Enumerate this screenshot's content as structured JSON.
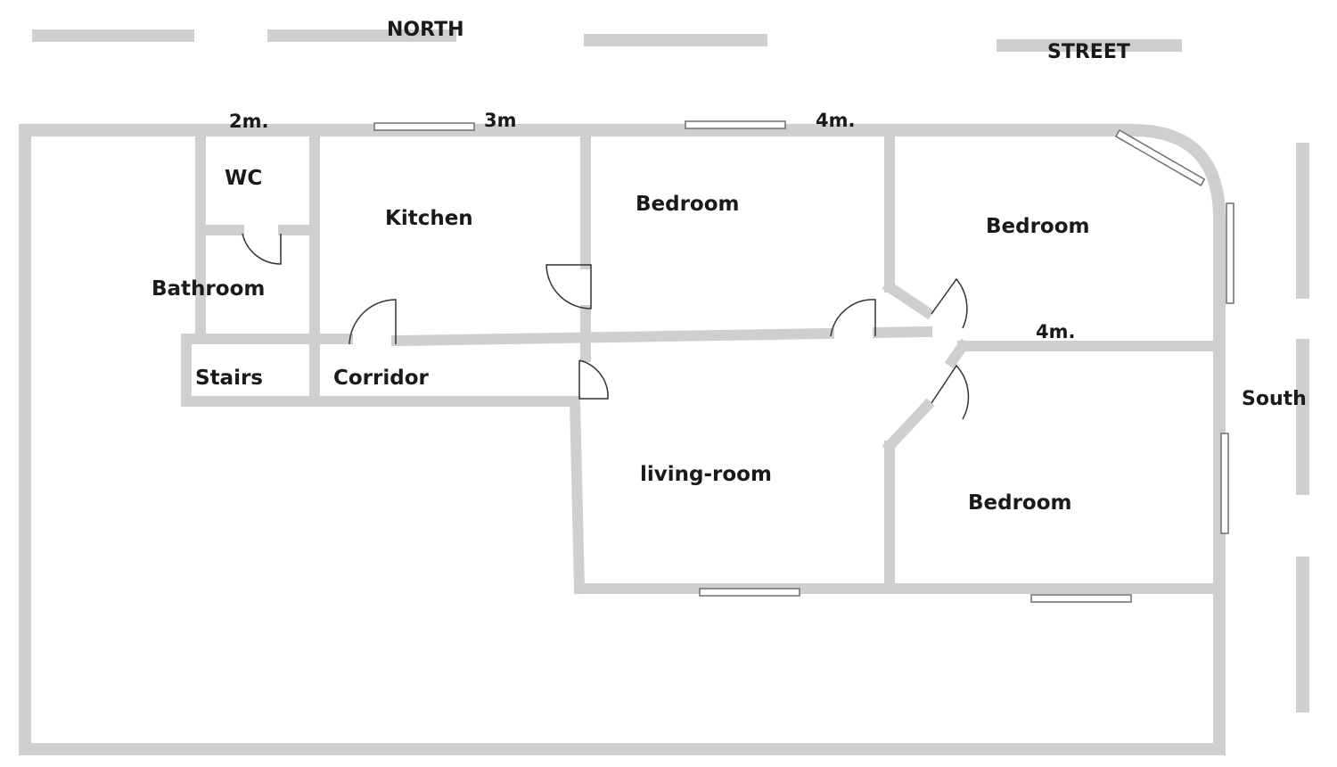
{
  "street_labels": {
    "north": "NORTH",
    "street": "STREET",
    "south": "South"
  },
  "rooms": {
    "wc": "WC",
    "kitchen": "Kitchen",
    "bedroom_1": "Bedroom",
    "bedroom_2": "Bedroom",
    "bedroom_3": "Bedroom",
    "bathroom": "Bathroom",
    "stairs": "Stairs",
    "corridor": "Corridor",
    "living_room": "living-room"
  },
  "dimensions": {
    "wc_width": "2m.",
    "kitchen_width": "3m",
    "bedroom_width": "4m.",
    "east_bedroom_width": "4m."
  },
  "colors": {
    "wall": "#cfcfcf",
    "text": "#1a1a1a",
    "window_frame": "#6e6e6e"
  }
}
